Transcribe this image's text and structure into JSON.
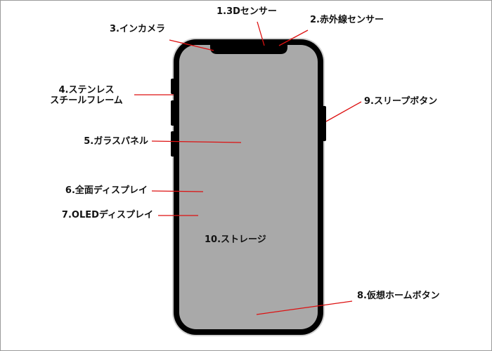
{
  "labels": {
    "sensor3d": "1.3Dセンサー",
    "infrared": "2.赤外線センサー",
    "front_camera": "3.インカメラ",
    "frame_line1": "4.ステンレス",
    "frame_line2": "スチールフレーム",
    "glass_panel": "5.ガラスパネル",
    "full_display": "6.全面ディスプレイ",
    "oled_display": "7.OLEDディスプレイ",
    "virtual_home": "8.仮想ホームボタン",
    "sleep_button": "9.スリープボタン",
    "storage": "10.ストレージ"
  },
  "colors": {
    "leader": "#dd1111",
    "screen": "#a9a9a9",
    "body": "#000000",
    "frame_edge": "#cfcfcf",
    "text": "#111111"
  }
}
